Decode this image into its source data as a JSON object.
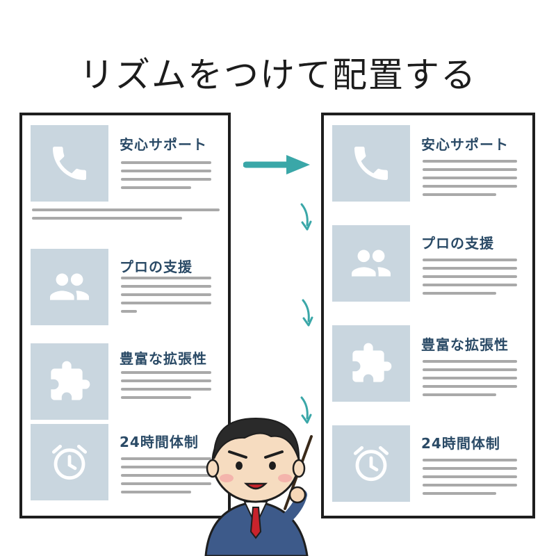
{
  "title": "リズムをつけて配置する",
  "colors": {
    "border": "#1e1e1e",
    "tile": "#c9d6df",
    "heading": "#2a4a66",
    "placeholder_line": "#a9a9a9",
    "arrow": "#3aa7a8"
  },
  "sections": [
    {
      "heading": "安心サポート",
      "icon": "phone-icon"
    },
    {
      "heading": "プロの支援",
      "icon": "people-icon"
    },
    {
      "heading": "豊富な拡張性",
      "icon": "puzzle-icon"
    },
    {
      "heading": "24時間体制",
      "icon": "alarm-clock-icon"
    }
  ],
  "left_panel": {
    "last_heading_visible": "24時間体制"
  },
  "illustration": "presenter-character-with-pointer"
}
